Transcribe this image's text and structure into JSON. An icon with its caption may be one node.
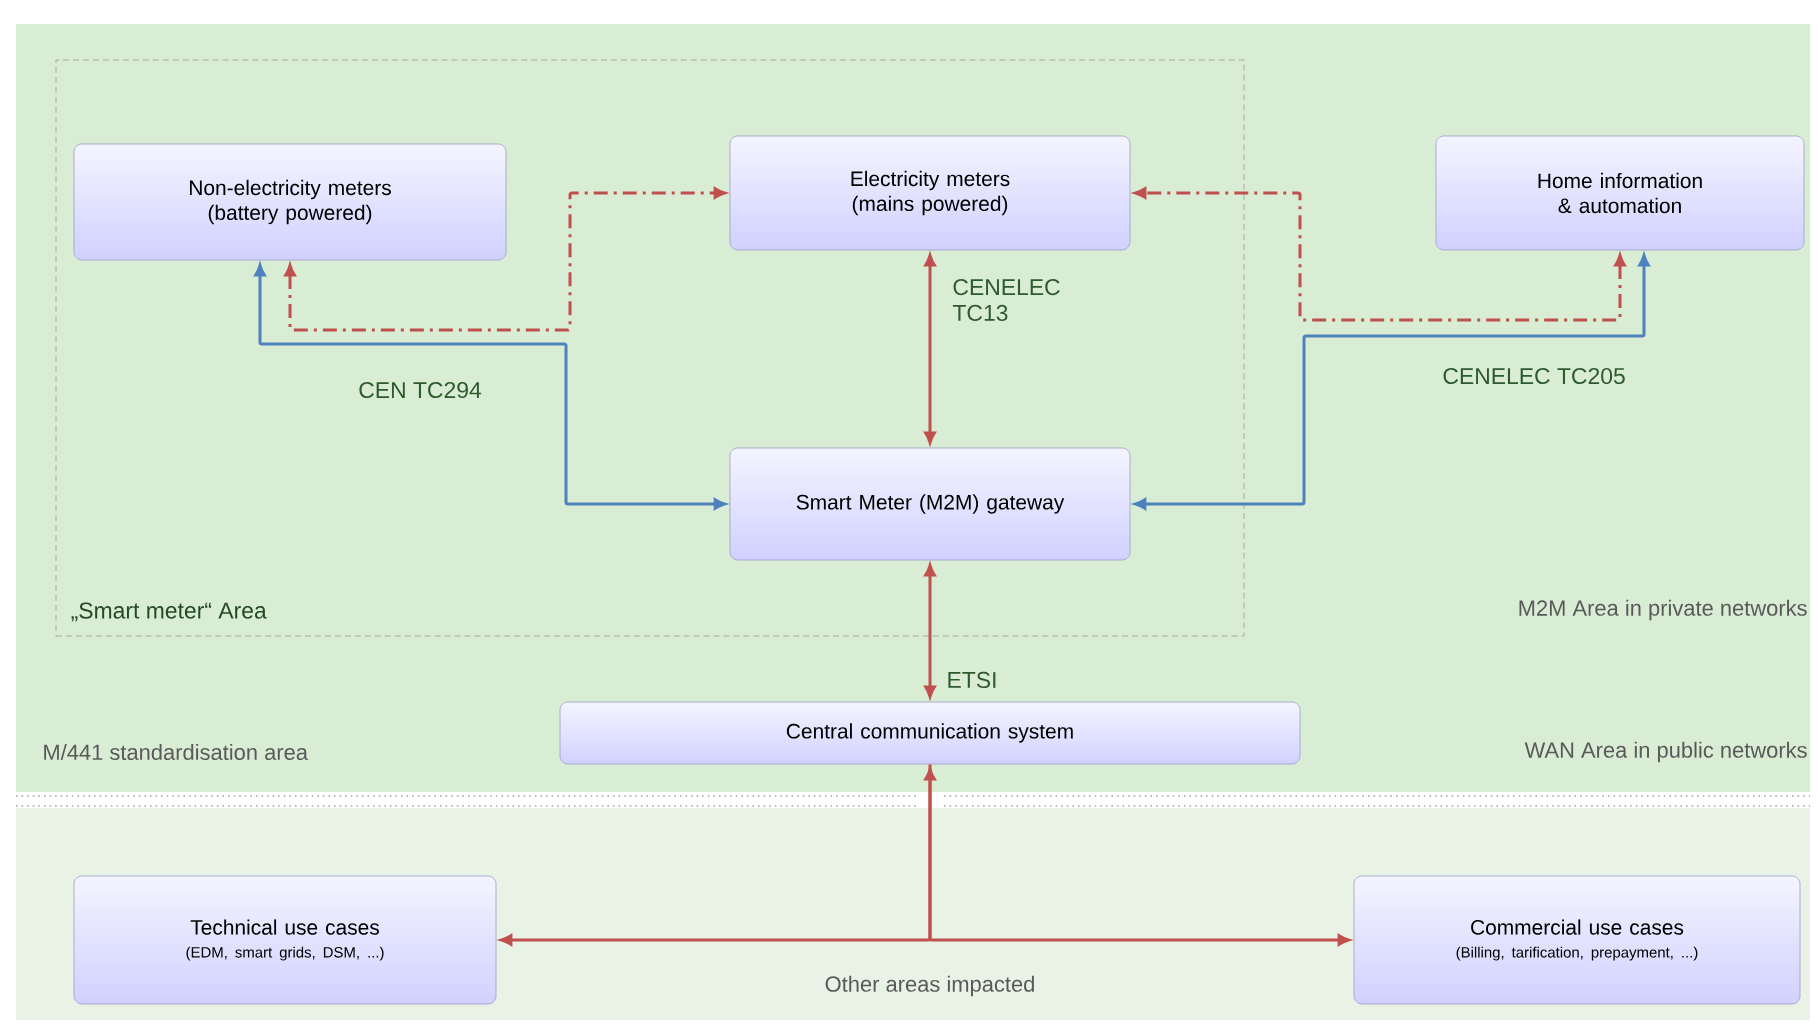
{
  "diagram": {
    "nodes": [
      {
        "text": [
          "„Smart meter“ Area"
        ]
      },
      {
        "text": [
          "Non-electricity meters (battery powered)"
        ],
        "in": 0
      },
      {
        "text": [
          "Electricity meters (mains powered)"
        ],
        "in": 0
      },
      {
        "text": [
          "Home information & automation"
        ]
      },
      {
        "text": [
          "Smart Meter (M2M) gateway"
        ],
        "in": 0
      },
      {
        "text": [
          "Central communication system"
        ]
      },
      {
        "text": [
          "Technical use cases",
          "(EDM, smart grids, DSM, ...)"
        ]
      },
      {
        "text": [
          "Commercial use cases",
          "(Billing, tarification, prepayment, ...)"
        ]
      }
    ],
    "edges": [
      {
        "from": 1,
        "to": 2,
        "arrow": "both",
        "style": "dashed"
      },
      {
        "from": 3,
        "to": 2,
        "arrow": "both",
        "style": "dashed"
      },
      {
        "from": 2,
        "to": 4,
        "arrow": "both",
        "label": "CENELEC TC13"
      },
      {
        "from": 1,
        "to": 4,
        "arrow": "both",
        "label": "CEN TC294",
        "color": "#4f81bd"
      },
      {
        "from": 4,
        "to": 5,
        "arrow": "both",
        "label": "ETSI"
      },
      {
        "from": 5,
        "to": 6,
        "arrow": "both"
      },
      {
        "from": 5,
        "to": 7,
        "arrow": "to"
      },
      {
        "from": 3,
        "to": 4,
        "arrow": "both",
        "label": "CENELEC TC205",
        "color": "#4f81bd"
      }
    ],
    "labels": [
      "M2M Area in private networks",
      "M/441 standardisation area",
      "WAN Area in public networks",
      "Other areas impacted"
    ]
  }
}
